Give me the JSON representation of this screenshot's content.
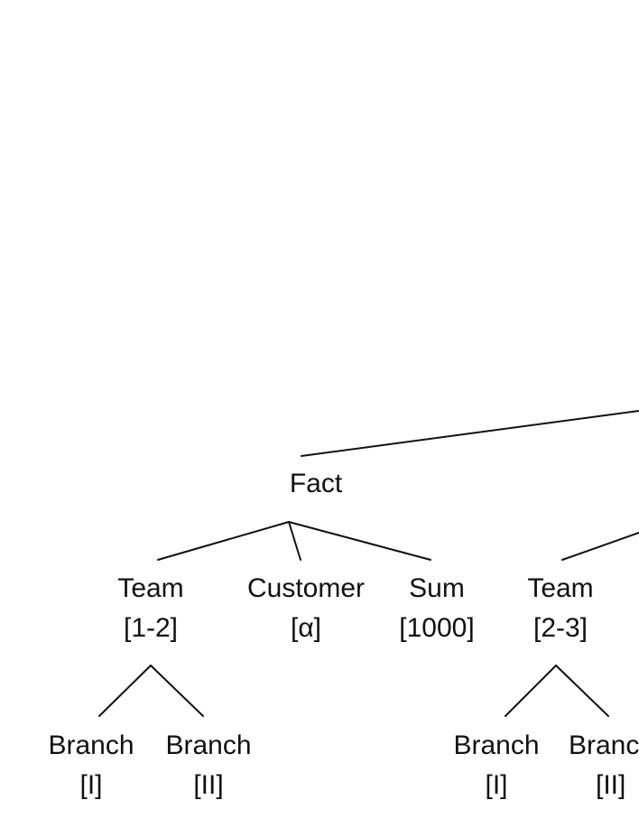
{
  "nodes": {
    "fact": {
      "name": "Fact"
    },
    "team1": {
      "name": "Team",
      "range": "[1-2]"
    },
    "customer": {
      "name": "Customer",
      "range": "[α]"
    },
    "sum": {
      "name": "Sum",
      "range": "[1000]"
    },
    "team2": {
      "name": "Team",
      "range": "[2-3]"
    },
    "branch1": {
      "name": "Branch",
      "range": "[I]"
    },
    "branch2": {
      "name": "Branch",
      "range": "[II]"
    },
    "branch3": {
      "name": "Branch",
      "range": "[I]"
    },
    "branch4": {
      "name": "Branc",
      "range": "[II]"
    }
  }
}
